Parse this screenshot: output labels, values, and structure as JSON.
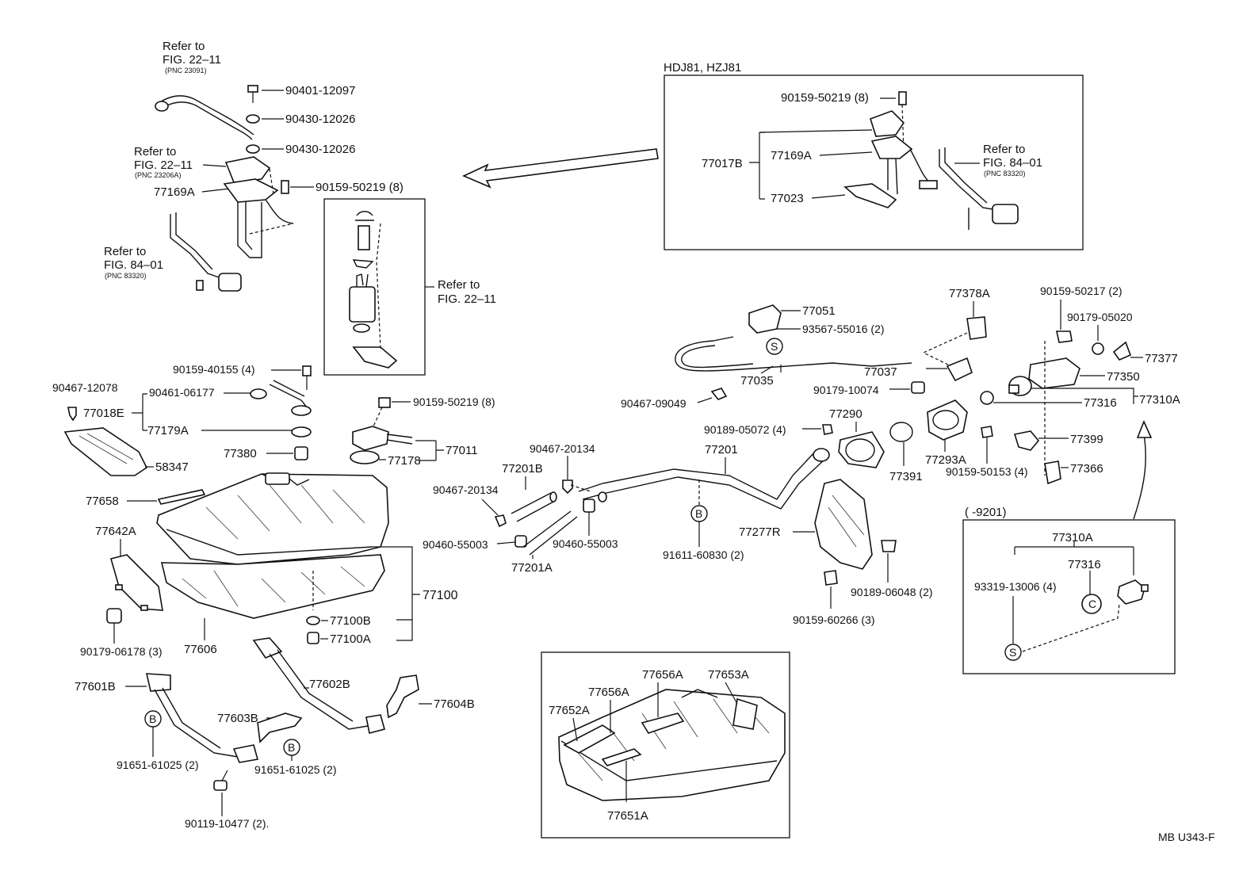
{
  "fig_id": "MB U343-F",
  "refs": {
    "fig2211_a": {
      "l1": "Refer to",
      "l2": "FIG. 22–11",
      "pnc": "(PNC 23091)"
    },
    "fig2211_b": {
      "l1": "Refer to",
      "l2": "FIG. 22–11",
      "pnc": "(PNC 23206A)"
    },
    "fig8401_a": {
      "l1": "Refer to",
      "l2": "FIG. 84–01",
      "pnc": "(PNC 83320)"
    },
    "fig2211_c": {
      "l1": "Refer to",
      "l2": "FIG. 22–11"
    },
    "fig8401_b": {
      "l1": "Refer to",
      "l2": "FIG. 84–01",
      "pnc": "(PNC 83320)"
    }
  },
  "boxes": {
    "hdj": "HDJ81, HZJ81",
    "range": "(         -9201)"
  },
  "labels": {
    "p90401_12097": "90401-12097",
    "p90430_12026_a": "90430-12026",
    "p90430_12026_b": "90430-12026",
    "p90159_50219_a": "90159-50219 (8)",
    "p77169A_a": "77169A",
    "p90159_50219_b": "90159-50219 (8)",
    "p77017B": "77017B",
    "p77169A_b": "77169A",
    "p77023": "77023",
    "p90159_40155": "90159-40155 (4)",
    "p90467_12078": "90467-12078",
    "p90461_06177": "90461-06177",
    "p77018E": "77018E",
    "p77179A": "77179A",
    "p58347": "58347",
    "p77380": "77380",
    "p90159_50219_c": "90159-50219 (8)",
    "p77011": "77011",
    "p77178": "77178",
    "p77658": "77658",
    "p77642A": "77642A",
    "p77100": "77100",
    "p77100B": "77100B",
    "p77100A": "77100A",
    "p90179_06178": "90179-06178 (3)",
    "p77606": "77606",
    "p77601B": "77601B",
    "p91651_61025_a": "91651-61025 (2)",
    "p77603B": "77603B",
    "p77602B": "77602B",
    "p77604B": "77604B",
    "p91651_61025_b": "91651-61025 (2)",
    "p90119_10477": "90119-10477 (2).",
    "p77201B": "77201B",
    "p90467_20134_a": "90467-20134",
    "p90467_20134_b": "90467-20134",
    "p90460_55003_a": "90460-55003",
    "p90460_55003_b": "90460-55003",
    "p77201A": "77201A",
    "p77201": "77201",
    "p91611_60830": "91611-60830 (2)",
    "p77051": "77051",
    "p93567_55016": "93567-55016 (2)",
    "p77035": "77035",
    "p90467_09049": "90467-09049",
    "p77378A": "77378A",
    "p77037": "77037",
    "p90179_10074": "90179-10074",
    "p90189_05072": "90189-05072 (4)",
    "p77290": "77290",
    "p77391": "77391",
    "p77293A": "77293A",
    "p90159_50153": "90159-50153 (4)",
    "p77277R": "77277R",
    "p90189_06048": "90189-06048 (2)",
    "p90159_60266": "90159-60266 (3)",
    "p90159_50217": "90159-50217 (2)",
    "p90179_05020": "90179-05020",
    "p77377": "77377",
    "p77350": "77350",
    "p77316_a": "77316",
    "p77310A_a": "77310A",
    "p77399": "77399",
    "p77366": "77366",
    "p77310A_b": "77310A",
    "p77316_b": "77316",
    "p93319_13006": "93319-13006 (4)",
    "p77656A_a": "77656A",
    "p77653A": "77653A",
    "p77656A_b": "77656A",
    "p77652A": "77652A",
    "p77651A": "77651A"
  },
  "symbols": {
    "b": "B",
    "s": "S",
    "c": "C"
  }
}
